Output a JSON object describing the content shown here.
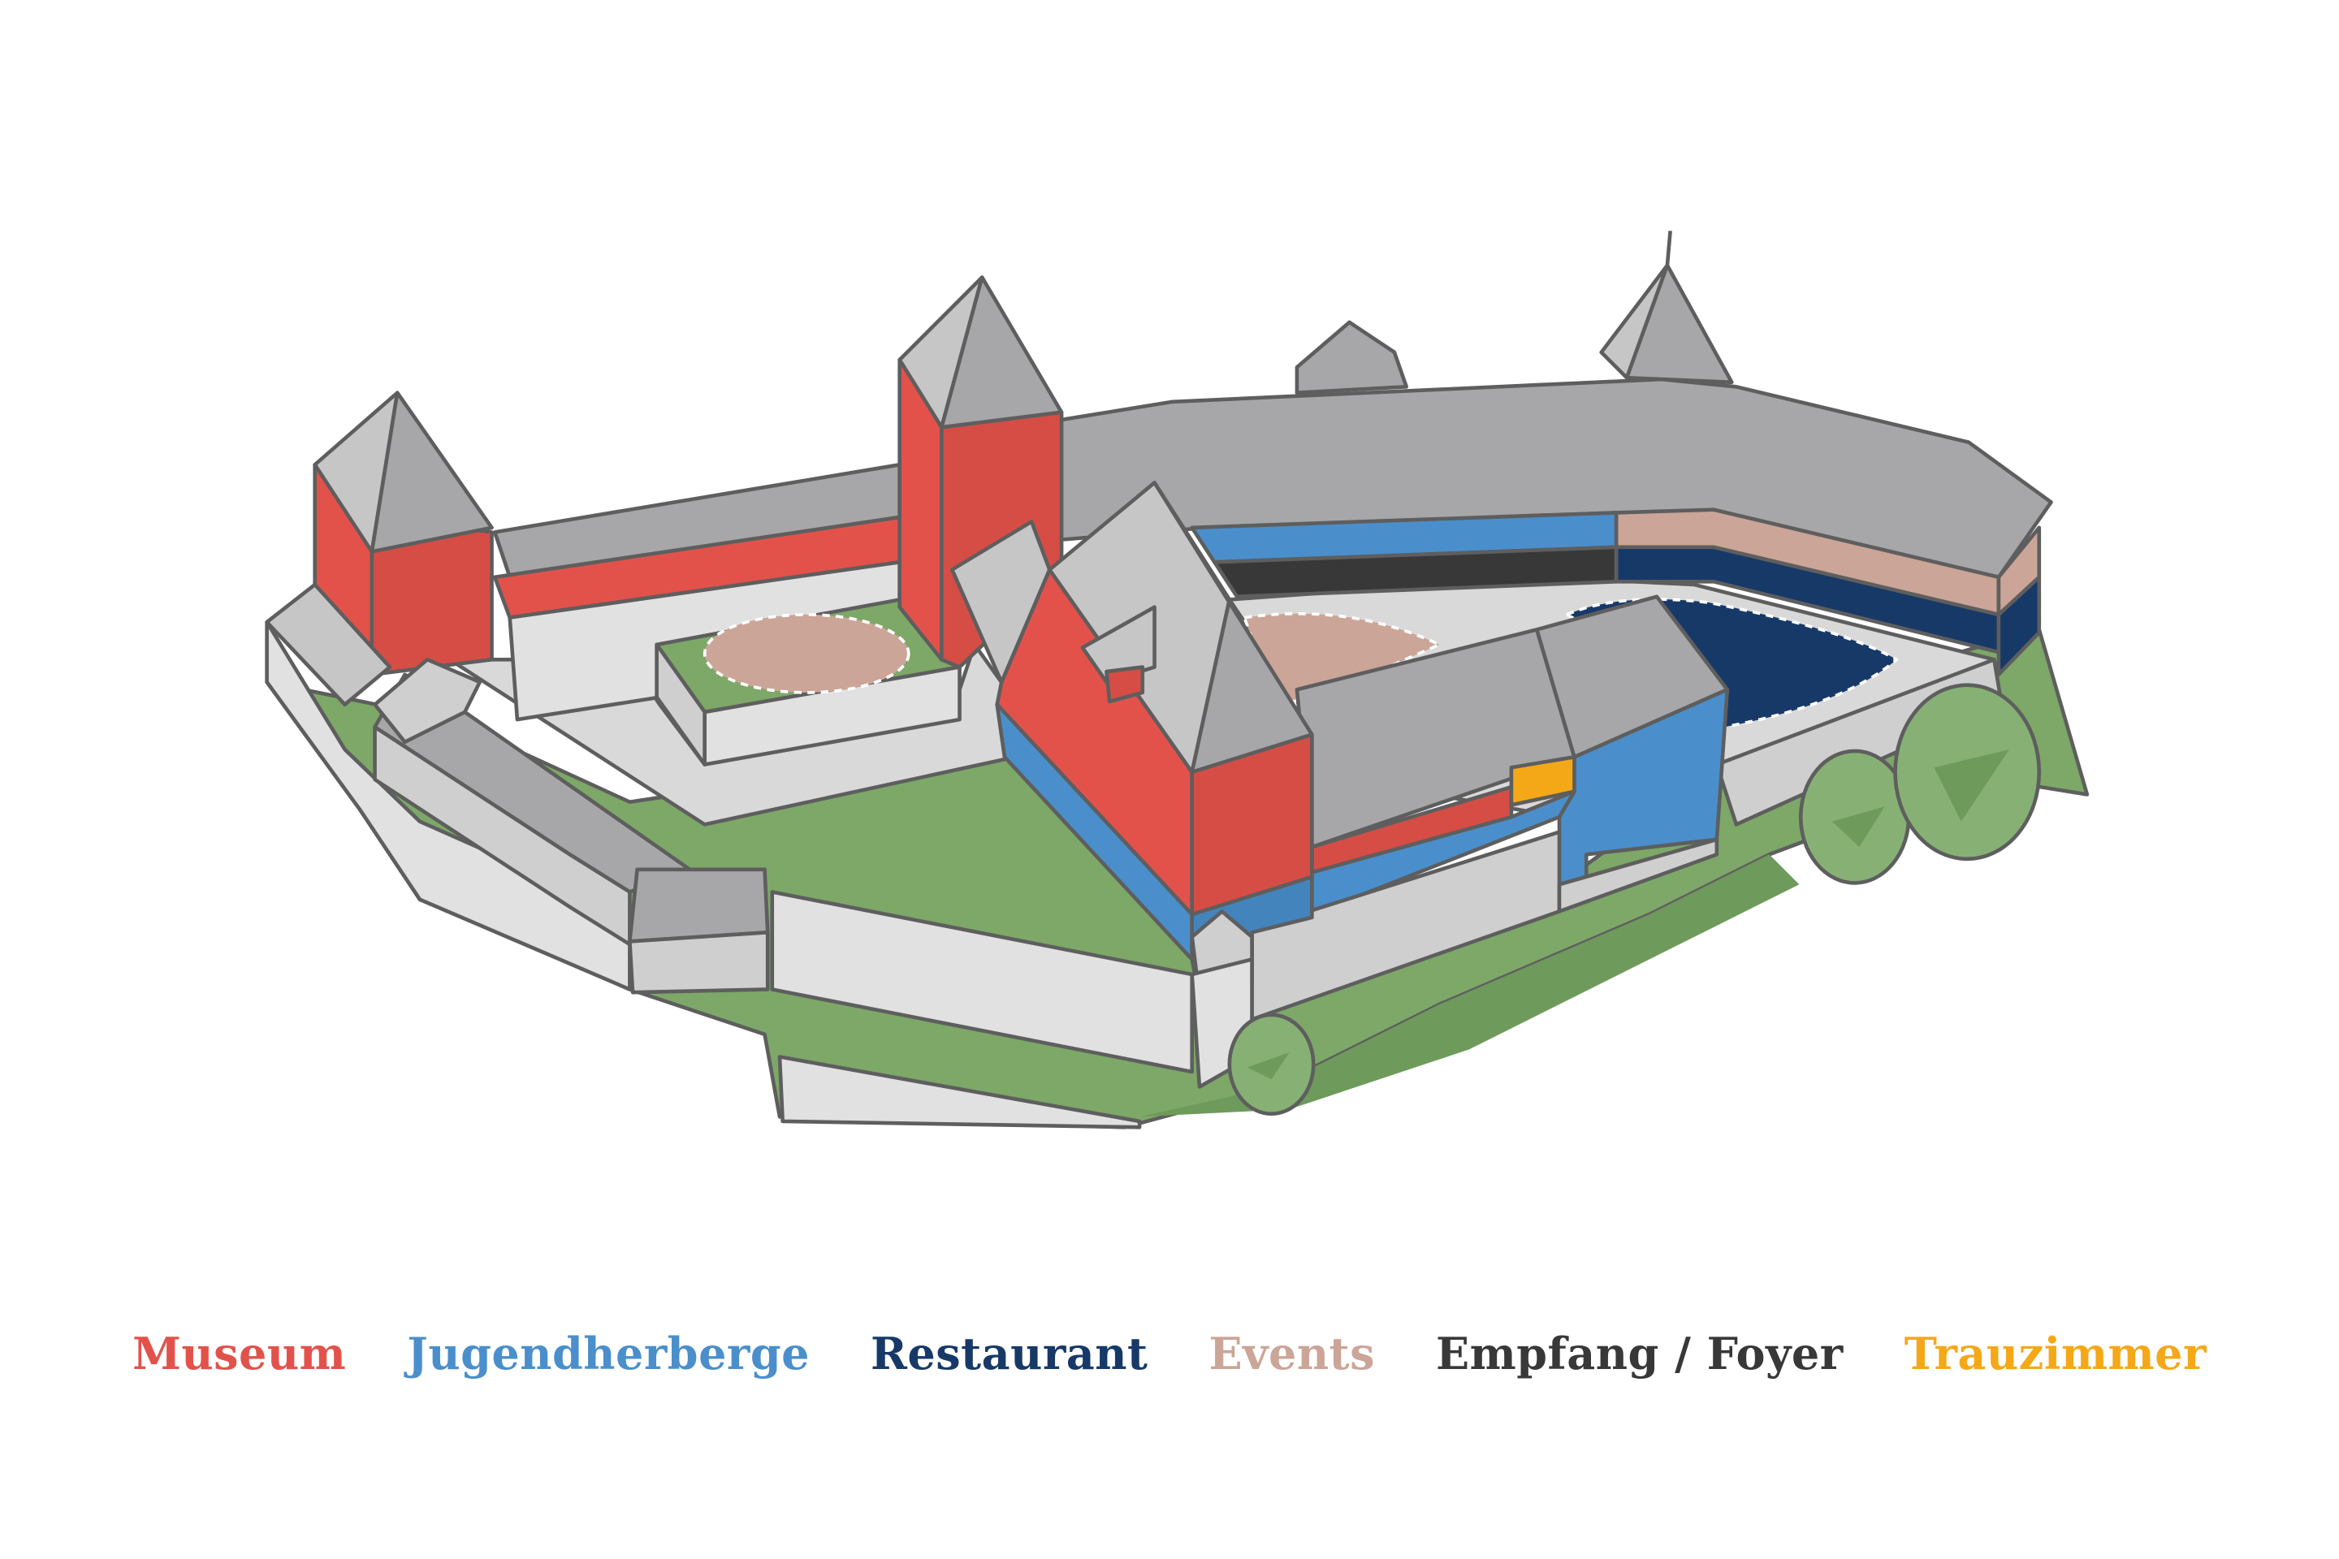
{
  "colors": {
    "museum": "#e2524b",
    "hostel": "#4a8fcb",
    "restaurant": "#173968",
    "events": "#cba597",
    "reception": "#383838",
    "wedding": "#f5a817",
    "roof": "#a7a6a8",
    "roof_light": "#c6c6c6",
    "wall": "#e1e1e1",
    "wall_shade": "#cfcfcf",
    "court": "#d9d9d9",
    "grass": "#7da868",
    "grass_dark": "#6e9a5b",
    "tree": "#87b174",
    "outline": "#5e5e5e"
  },
  "legend": {
    "museum": "Museum",
    "hostel": "Jugendherberge",
    "restaurant": "Restaurant",
    "events": "Events",
    "reception": "Empfang / Foyer",
    "wedding": "Trauzimmer"
  }
}
